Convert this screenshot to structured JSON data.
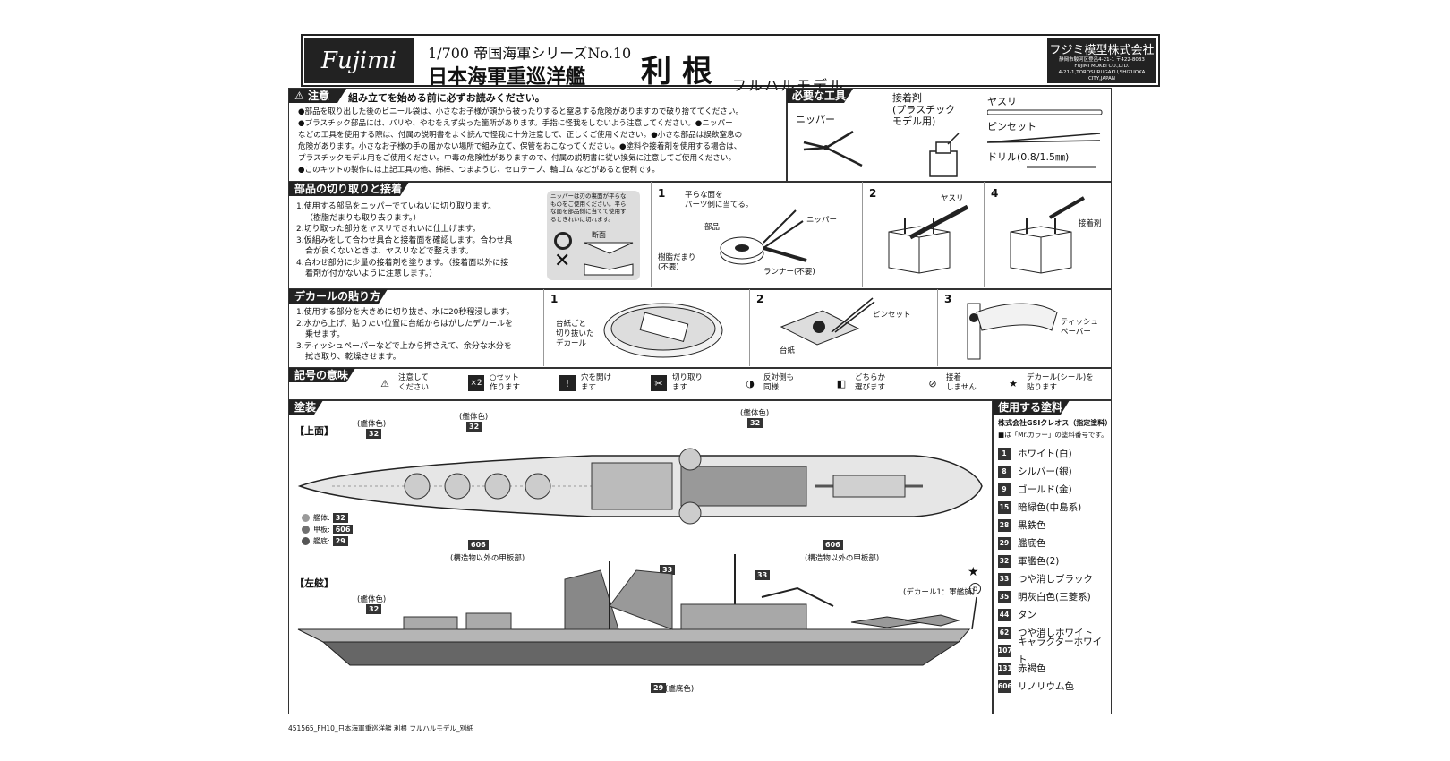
{
  "header": {
    "logo": "Fujimi",
    "series": "1/700 帝国海軍シリーズNo.10",
    "ship_class": "日本海軍重巡洋艦",
    "ship_name": "利根",
    "sub_name": "フルハルモデル",
    "maker": "フジミ模型株式会社",
    "maker_addr": "静岡市駿河区登呂4-21-1 〒422-8033",
    "maker_en": "FUJIMI MOKEI CO.,LTD.",
    "maker_addr_en": "4-21-1,TOROSURUGAKU,SHIZUOKA CITY,JAPAN"
  },
  "caution": {
    "title": "注意",
    "heading": "組み立てを始める前に必ずお読みください。",
    "lines": [
      "●部品を取り出した後のビニール袋は、小さなお子様が頭から被ったりすると窒息する危険がありますので破り捨ててください。",
      "●プラスチック部品には、バリや、やむをえず尖った箇所があります。手指に怪我をしないよう注意してください。●ニッパー",
      "などの工具を使用する際は、付属の説明書をよく読んで怪我に十分注意して、正しくご使用ください。●小さな部品は誤飲窒息の",
      "危険があります。小さなお子様の手の届かない場所で組み立て、保管をおこなってください。●塗料や接着剤を使用する場合は、",
      "プラスチックモデル用をご使用ください。中毒の危険性がありますので、付属の説明書に従い換気に注意してご使用ください。",
      "●このキットの製作には上記工具の他、綿棒、つまようじ、セロテープ、輪ゴム などがあると便利です。"
    ]
  },
  "tools": {
    "title": "必要な工具",
    "nipper": "ニッパー",
    "glue": "接着剤",
    "glue_note1": "(プラスチック",
    "glue_note2": "モデル用)",
    "file": "ヤスリ",
    "tweezers": "ピンセット",
    "drill": "ドリル(0.8/1.5㎜)"
  },
  "cutting": {
    "title": "部品の切り取りと接着",
    "lines": [
      "1.使用する部品をニッパーでていねいに切り取ります。",
      "（樹脂だまりも取り去ります。）",
      "2.切り取った部分をヤスリできれいに仕上げます。",
      "3.仮組みをして合わせ具合と接着面を確認します。合わせ具",
      "合が良くないときは、ヤスリなどで整えます。",
      "4.合わせ部分に少量の接着剤を塗ります。（接着面以外に接",
      "着剤が付かないように注意します。）"
    ],
    "note": [
      "ニッパーは刃の裏面が平らな",
      "ものをご使用ください。平ら",
      "な面を部品側に当てて使用す",
      "るときれいに切れます。"
    ],
    "section_label": "断面",
    "step1": {
      "num": "1",
      "label1": "平らな面を",
      "label2": "パーツ側に当てる。",
      "nipper": "ニッパー",
      "part": "部品",
      "resin1": "樹脂だまり",
      "resin2": "(不要)",
      "runner": "ランナー(不要)"
    },
    "step2": {
      "num": "2",
      "label": "ヤスリ"
    },
    "step4": {
      "num": "4",
      "label": "接着剤"
    }
  },
  "decal": {
    "title": "デカールの貼り方",
    "lines": [
      "1.使用する部分を大きめに切り抜き、水に20秒程浸します。",
      "2.水から上げ、貼りたい位置に台紙からはがしたデカールを",
      "乗せます。",
      "3.ティッシュペーパーなどで上から押さえて、余分な水分を",
      "拭き取り、乾燥させます。"
    ],
    "step1": {
      "num": "1",
      "l1": "台紙ごと",
      "l2": "切り抜いた",
      "l3": "デカール"
    },
    "step2": {
      "num": "2",
      "tweezers": "ピンセット",
      "paper": "台紙"
    },
    "step3": {
      "num": "3",
      "l1": "ティッシュ",
      "l2": "ペーパー"
    }
  },
  "symbols": {
    "title": "記号の意味",
    "items": [
      {
        "icon": "⚠",
        "l1": "注意して",
        "l2": "ください"
      },
      {
        "icon": "×2",
        "l1": "○セット",
        "l2": "作ります"
      },
      {
        "icon": "!",
        "l1": "穴を開け",
        "l2": "ます"
      },
      {
        "icon": "✂",
        "l1": "切り取り",
        "l2": "ます"
      },
      {
        "icon": "◑",
        "l1": "反対側も",
        "l2": "同様"
      },
      {
        "icon": "◧",
        "l1": "どちらか",
        "l2": "選びます"
      },
      {
        "icon": "⊘",
        "l1": "接着",
        "l2": "しません"
      },
      {
        "icon": "★",
        "l1": "デカール(シール)を",
        "l2": "貼ります"
      }
    ]
  },
  "painting": {
    "title": "塗装",
    "top_view": "【上面】",
    "side_view": "【左舷】",
    "hull_color": "(艦体色)",
    "deck_label": "(構造物以外の甲板部)",
    "bottom_label": "(艦底色)",
    "decal_label": "(デカール1：軍艦旗)",
    "decal_mark": "b",
    "legend": [
      {
        "name": "艦体",
        "code": "32",
        "color": "#9a9a9a"
      },
      {
        "name": "甲板",
        "code": "606",
        "color": "#707070"
      },
      {
        "name": "艦底",
        "code": "29",
        "color": "#555555"
      }
    ],
    "codes": {
      "c32": "32",
      "c606": "606",
      "c33": "33",
      "c29": "29"
    }
  },
  "paints": {
    "title": "使用する塗料",
    "maker": "株式会社GSIクレオス（指定塗料）",
    "note": "■は「Mr.カラー」の塗料番号です。",
    "items": [
      {
        "code": "1",
        "name": "ホワイト(白)"
      },
      {
        "code": "8",
        "name": "シルバー(銀)"
      },
      {
        "code": "9",
        "name": "ゴールド(金)"
      },
      {
        "code": "15",
        "name": "暗緑色(中島系)"
      },
      {
        "code": "28",
        "name": "黒鉄色"
      },
      {
        "code": "29",
        "name": "艦底色"
      },
      {
        "code": "32",
        "name": "軍艦色(2)"
      },
      {
        "code": "33",
        "name": "つや消しブラック"
      },
      {
        "code": "35",
        "name": "明灰白色(三菱系)"
      },
      {
        "code": "44",
        "name": "タン"
      },
      {
        "code": "62",
        "name": "つや消しホワイト"
      },
      {
        "code": "107",
        "name": "キャラクターホワイト"
      },
      {
        "code": "131",
        "name": "赤褐色"
      },
      {
        "code": "606",
        "name": "リノリウム色"
      }
    ]
  },
  "footer": "451565_FH10_日本海軍重巡洋艦 利根 フルハルモデル_別紙"
}
